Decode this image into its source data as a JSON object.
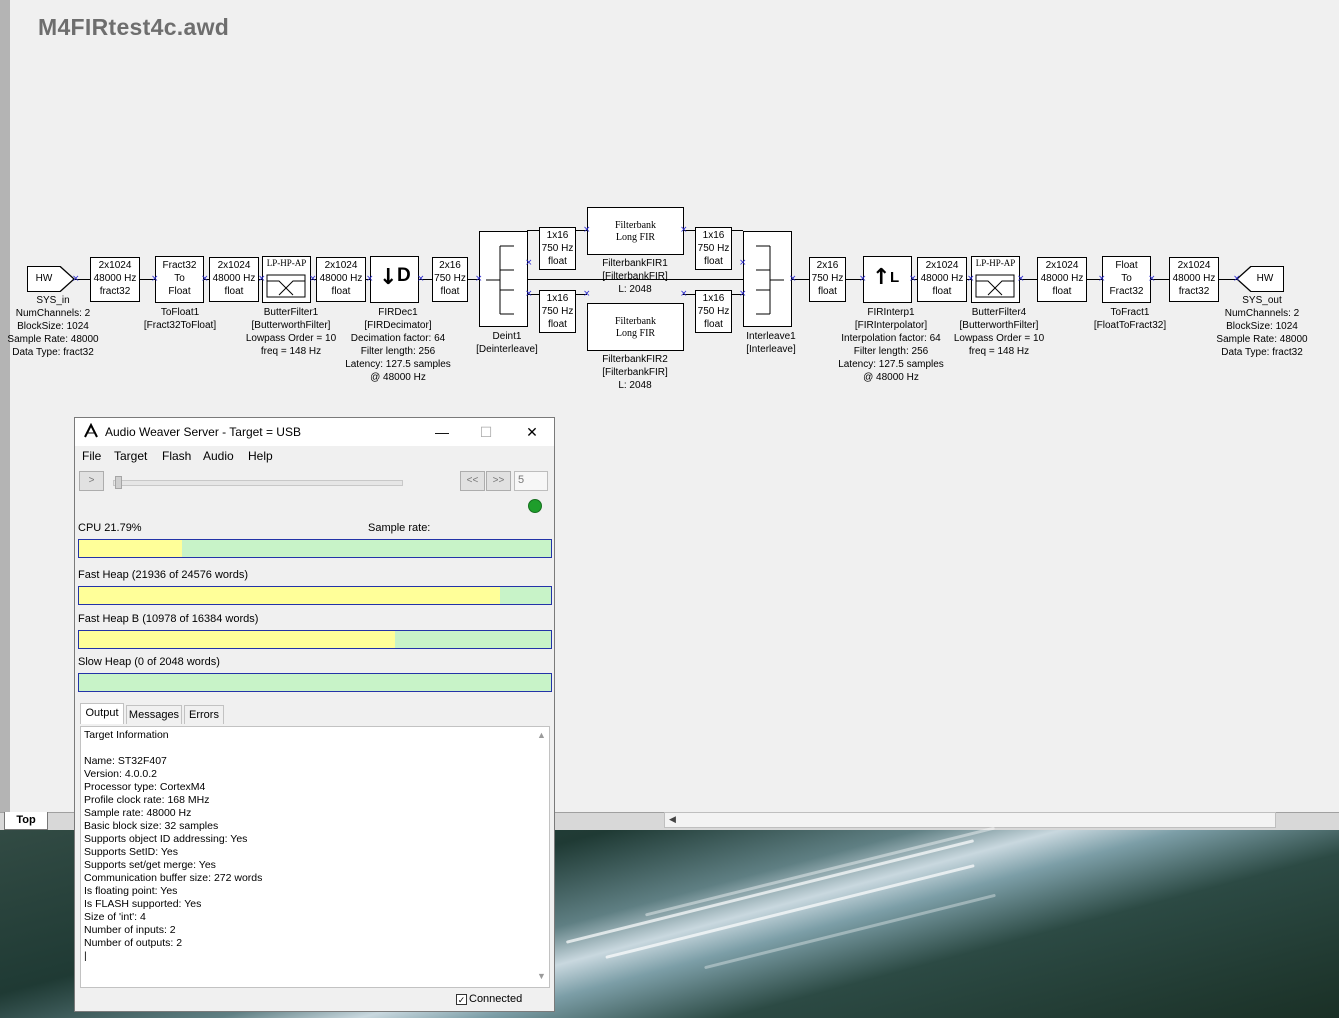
{
  "document": {
    "title": "M4FIRtest4c.awd"
  },
  "diagram": {
    "wire_labels": {
      "w1": [
        "2x1024",
        "48000 Hz",
        "fract32"
      ],
      "w2": [
        "2x1024",
        "48000 Hz",
        "float"
      ],
      "w3": [
        "2x1024",
        "48000 Hz",
        "float"
      ],
      "w4": [
        "2x16",
        "750 Hz",
        "float"
      ],
      "w5": [
        "1x16",
        "750 Hz",
        "float"
      ],
      "w6": [
        "1x16",
        "750 Hz",
        "float"
      ],
      "w7": [
        "1x16",
        "750 Hz",
        "float"
      ],
      "w8": [
        "1x16",
        "750 Hz",
        "float"
      ],
      "w9": [
        "2x16",
        "750 Hz",
        "float"
      ],
      "w10": [
        "2x1024",
        "48000 Hz",
        "float"
      ],
      "w11": [
        "2x1024",
        "48000 Hz",
        "float"
      ],
      "w12": [
        "2x1024",
        "48000 Hz",
        "fract32"
      ]
    },
    "blocks": {
      "sys_in": {
        "label": "HW",
        "caption": [
          "SYS_in",
          "NumChannels: 2",
          "BlockSize: 1024",
          "Sample Rate: 48000",
          "Data Type: fract32"
        ]
      },
      "tofloat": {
        "label": [
          "Fract32",
          "To",
          "Float"
        ],
        "caption": [
          "ToFloat1",
          "[Fract32ToFloat]"
        ]
      },
      "butter1": {
        "label": "LP-HP-AP",
        "caption": [
          "ButterFilter1",
          "[ButterworthFilter]",
          "Lowpass Order = 10",
          "freq = 148 Hz"
        ]
      },
      "firdec": {
        "label": "D",
        "caption": [
          "FIRDec1",
          "[FIRDecimator]",
          "Decimation factor: 64",
          "Filter length: 256",
          "Latency: 127.5 samples",
          "@ 48000 Hz"
        ]
      },
      "deint": {
        "caption": [
          "Deint1",
          "[Deinterleave]"
        ]
      },
      "fb1": {
        "label": [
          "Filterbank",
          "Long FIR"
        ],
        "caption": [
          "FilterbankFIR1",
          "[FilterbankFIR]",
          "L: 2048"
        ]
      },
      "fb2": {
        "label": [
          "Filterbank",
          "Long FIR"
        ],
        "caption": [
          "FilterbankFIR2",
          "[FilterbankFIR]",
          "L: 2048"
        ]
      },
      "interleave": {
        "caption": [
          "Interleave1",
          "[Interleave]"
        ]
      },
      "firinterp": {
        "label": "L",
        "caption": [
          "FIRInterp1",
          "[FIRInterpolator]",
          "Interpolation factor: 64",
          "Filter length: 256",
          "Latency: 127.5 samples",
          "@ 48000 Hz"
        ]
      },
      "butter4": {
        "label": "LP-HP-AP",
        "caption": [
          "ButterFilter4",
          "[ButterworthFilter]",
          "Lowpass Order = 10",
          "freq = 148 Hz"
        ]
      },
      "tofract": {
        "label": [
          "Float",
          "To",
          "Fract32"
        ],
        "caption": [
          "ToFract1",
          "[FloatToFract32]"
        ]
      },
      "sys_out": {
        "label": "HW",
        "caption": [
          "SYS_out",
          "NumChannels: 2",
          "BlockSize: 1024",
          "Sample Rate: 48000",
          "Data Type: fract32"
        ]
      }
    }
  },
  "tabs": {
    "top_tab": "Top"
  },
  "server_window": {
    "title": "Audio Weaver Server - Target = USB",
    "controls": {
      "minimize": "—",
      "maximize": "☐",
      "close": "✕"
    },
    "menu": [
      "File",
      "Target",
      "Flash",
      "Audio",
      "Help"
    ],
    "player": {
      "play": ">",
      "rewind": "<<",
      "forward": ">>",
      "count": "5"
    },
    "status_led_color": "#1e9e2b",
    "cpu": {
      "label": "CPU 21.79%",
      "fraction": 0.2179
    },
    "sample_rate_label": "Sample rate:",
    "meters": [
      {
        "label": "Fast Heap (21936 of 24576 words)",
        "fraction": 0.8926
      },
      {
        "label": "Fast Heap B (10978 of 16384 words)",
        "fraction": 0.67
      },
      {
        "label": "Slow Heap (0 of 2048 words)",
        "fraction": 0.0
      }
    ],
    "meter_colors": {
      "used": "#ffff99",
      "free": "#c8f3c8",
      "border": "#2333a8"
    },
    "output_tabs": [
      "Output",
      "Messages",
      "Errors"
    ],
    "output_lines": [
      "Target Information",
      "",
      "Name: ST32F407",
      "Version: 4.0.0.2",
      "Processor type: CortexM4",
      "Profile clock rate: 168 MHz",
      "Sample rate: 48000 Hz",
      "Basic block size: 32 samples",
      "Supports object ID addressing: Yes",
      "Supports SetID: Yes",
      "Supports set/get merge: Yes",
      "Communication buffer size: 272 words",
      "Is floating point: Yes",
      "Is FLASH supported: Yes",
      "Size of 'int': 4",
      "Number of inputs: 2",
      "Number of outputs: 2",
      "|"
    ],
    "connected": {
      "label": "Connected",
      "checked": true
    }
  }
}
